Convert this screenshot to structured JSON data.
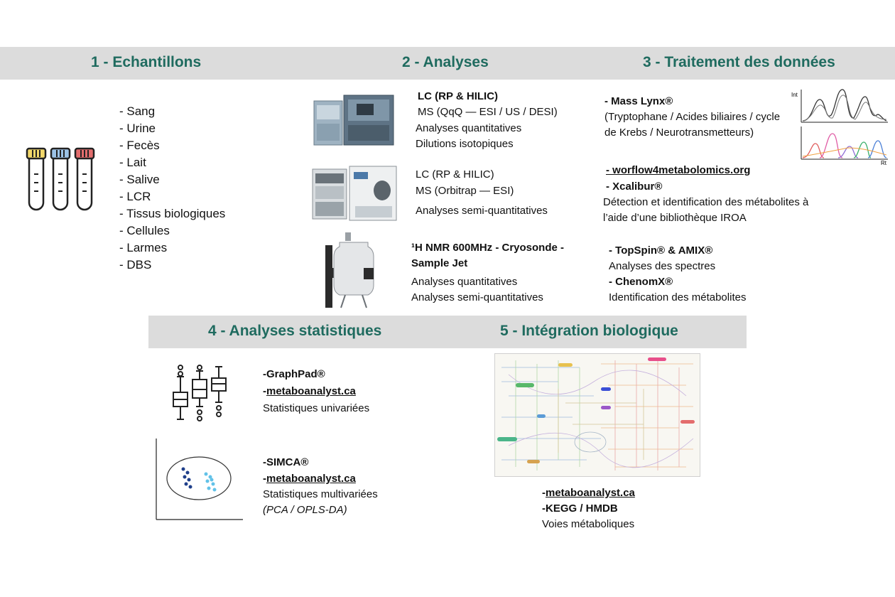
{
  "sections": {
    "s1": "1 - Echantillons",
    "s2": "2 - Analyses",
    "s3": "3 - Traitement des données",
    "s4": "4 - Analyses statistiques",
    "s5": "5 - Intégration biologique"
  },
  "samples": [
    "- Sang",
    "- Urine",
    "- Fecès",
    "- Lait",
    "- Salive",
    "- LCR",
    "- Tissus biologiques",
    "- Cellules",
    "- Larmes",
    "- DBS"
  ],
  "analyses": {
    "a1": {
      "l1": "LC (RP & HILIC)",
      "l2": "MS (QqQ — ESI / US / DESI)",
      "l3": "Analyses quantitatives",
      "l4": "Dilutions isotopiques"
    },
    "a2": {
      "l1": "LC (RP & HILIC)",
      "l2": "MS (Orbitrap — ESI)",
      "l3": "Analyses semi-quantitatives"
    },
    "a3": {
      "l1": "¹H NMR 600MHz - Cryosonde -",
      "l2": "Sample Jet",
      "l3": "Analyses quantitatives",
      "l4": "Analyses semi-quantitatives"
    }
  },
  "processing": {
    "p1": {
      "l1": "-  Mass Lynx®",
      "l2": "(Tryptophane / Acides biliaires / cycle",
      "l3": "de Krebs / Neurotransmetteurs)"
    },
    "p2": {
      "l1": "-  worflow4metabolomics.org",
      "l2": "-  Xcalibur®",
      "l3": "Détection et identification des métabolites à",
      "l4": "l’aide d’une bibliothèque IROA"
    },
    "p3": {
      "l1": "- TopSpin® & AMIX®",
      "l2": "Analyses des spectres",
      "l3": "- ChenomX®",
      "l4": "Identification des métabolites"
    },
    "axis_int": "Int",
    "axis_rt": "Rt"
  },
  "stats": {
    "st1": {
      "l1_prefix": "-GraphPad®",
      "l2_prefix": "-",
      "l2_link": "metaboanalyst.ca",
      "l3": "Statistiques univariées"
    },
    "st2": {
      "l1_prefix": "-SIMCA®",
      "l2_prefix": "-",
      "l2_link": "metaboanalyst.ca",
      "l3": "Statistiques multivariées",
      "l4": "(PCA / OPLS-DA)"
    }
  },
  "integration": {
    "l1_prefix": "-",
    "l1_link": "metaboanalyst.ca",
    "l2": "-KEGG / HMDB",
    "l3": "Voies métaboliques"
  },
  "colors": {
    "header_band": "#dcdcdc",
    "header_text": "#1f6b5f"
  }
}
